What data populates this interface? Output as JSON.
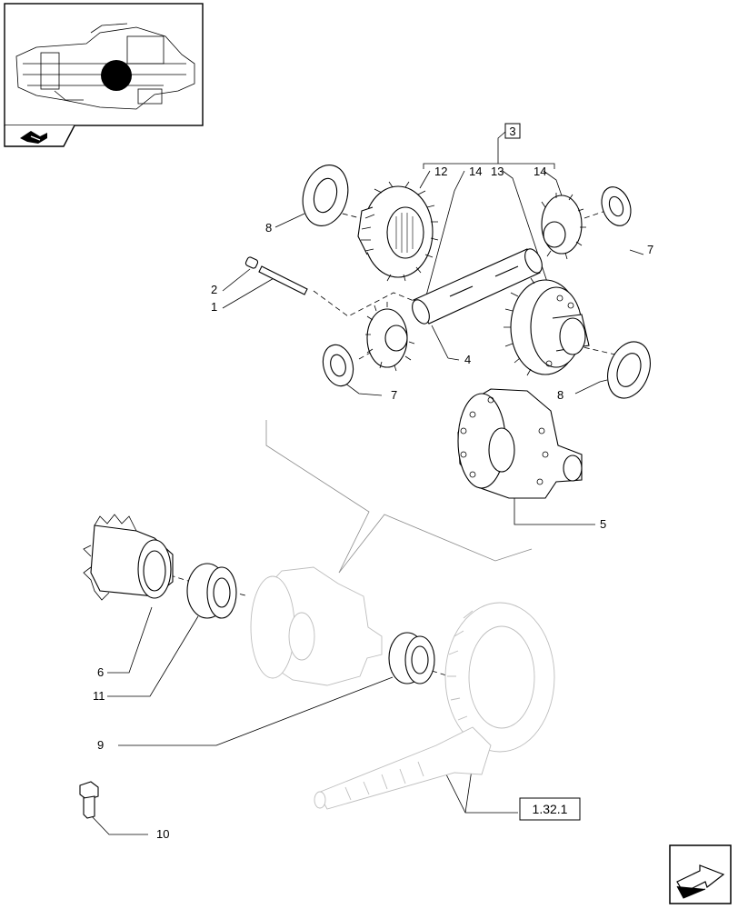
{
  "callouts": {
    "c1": "1",
    "c2": "2",
    "c3": "3",
    "c4": "4",
    "c5": "5",
    "c6": "6",
    "c7a": "7",
    "c7b": "7",
    "c8a": "8",
    "c8b": "8",
    "c9": "9",
    "c10": "10",
    "c11": "11",
    "c12": "12",
    "c13": "13",
    "c14a": "14",
    "c14b": "14"
  },
  "reference_box": "1.32.1",
  "icons": {
    "thumbnail": "tractor-transmission-thumbnail",
    "book": "book-icon",
    "next": "next-page-arrow-icon"
  }
}
